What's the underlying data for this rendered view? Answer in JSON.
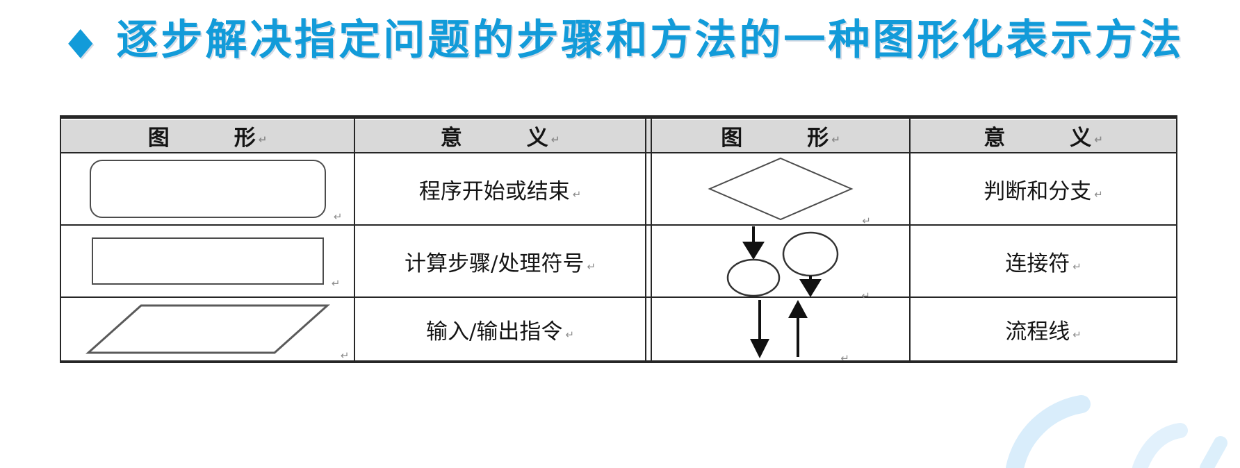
{
  "title": {
    "bullet": "◆",
    "text": "逐步解决指定问题的步骤和方法的一种图形化表示方法",
    "color": "#129bd9"
  },
  "return_mark": "↵",
  "table": {
    "headers": [
      "图　　　形",
      "意　　　义",
      "图　　　形",
      "意　　　义"
    ],
    "rows": [
      {
        "left_shape": "rounded-rectangle",
        "left_meaning": "程序开始或结束",
        "right_shape": "diamond",
        "right_meaning": "判断和分支"
      },
      {
        "left_shape": "rectangle",
        "left_meaning": "计算步骤/处理符号",
        "right_shape": "connector-circles",
        "right_meaning": "连接符"
      },
      {
        "left_shape": "parallelogram",
        "left_meaning": "输入/输出指令",
        "right_shape": "flow-arrows",
        "right_meaning": "流程线"
      }
    ]
  },
  "colors": {
    "title_blue": "#129bd9",
    "table_border": "#262626",
    "header_background": "#d9d9d9",
    "shape_stroke": "#4c4c4c",
    "watermark_blue": "#d9edfb"
  }
}
